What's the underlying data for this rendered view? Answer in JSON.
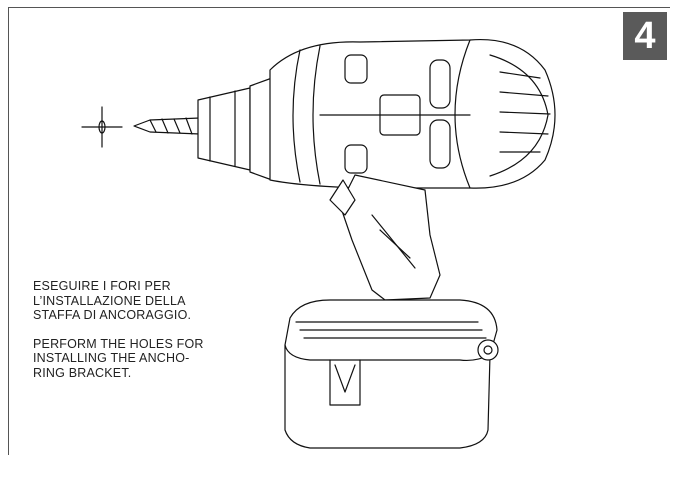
{
  "step": {
    "number": "4"
  },
  "instructions": {
    "italian": [
      "ESEGUIRE I FORI PER",
      "L’INSTALLAZIONE DELLA",
      "STAFFA DI ANCORAGGIO."
    ],
    "english": [
      "PERFORM THE HOLES FOR",
      "INSTALLING THE ANCHO-",
      "RING BRACKET."
    ]
  },
  "illustration": {
    "subject": "drill-icon",
    "target": "crosshair-icon"
  }
}
